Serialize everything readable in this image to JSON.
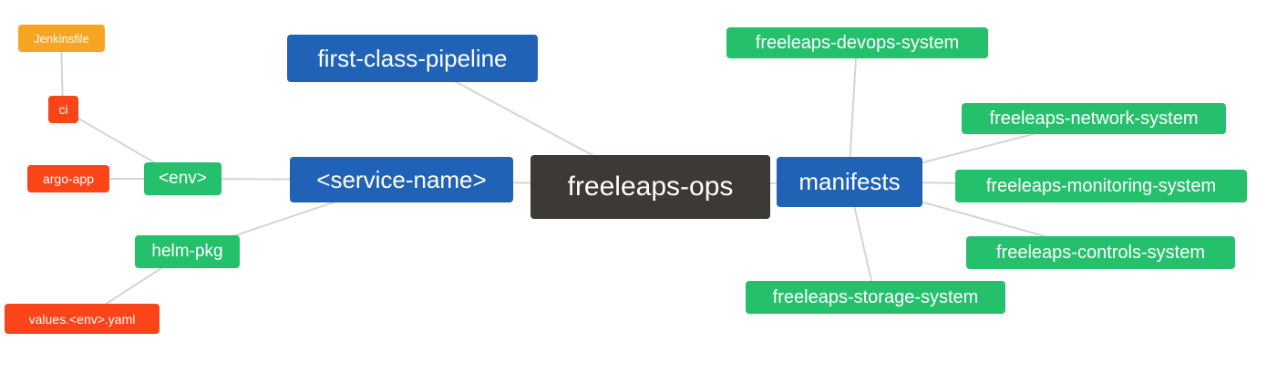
{
  "diagram": {
    "type": "mindmap-graph",
    "root_label": "freeleaps-ops",
    "colors": {
      "blue_node": "#2063b6",
      "dark_node": "#3d3935",
      "green_node": "#25c06c",
      "red_node": "#fb4418",
      "amber_node": "#f6a522",
      "edge": "#d4d4d4",
      "background": "#ffffff"
    },
    "nodes": {
      "jenkinsfile": {
        "label": "Jenkinsfile"
      },
      "ci": {
        "label": "ci"
      },
      "argo_app": {
        "label": "argo-app"
      },
      "env": {
        "label": "<env>"
      },
      "first_class_pipeline": {
        "label": "first-class-pipeline"
      },
      "service_name": {
        "label": "<service-name>"
      },
      "freeleaps_ops": {
        "label": "freeleaps-ops"
      },
      "manifests": {
        "label": "manifests"
      },
      "helm_pkg": {
        "label": "helm-pkg"
      },
      "values_env_yaml": {
        "label": "values.<env>.yaml"
      },
      "devops_system": {
        "label": "freeleaps-devops-system"
      },
      "network_system": {
        "label": "freeleaps-network-system"
      },
      "monitoring_system": {
        "label": "freeleaps-monitoring-system"
      },
      "controls_system": {
        "label": "freeleaps-controls-system"
      },
      "storage_system": {
        "label": "freeleaps-storage-system"
      }
    },
    "edges": [
      [
        "jenkinsfile",
        "ci"
      ],
      [
        "ci",
        "env"
      ],
      [
        "argo_app",
        "env"
      ],
      [
        "env",
        "service_name"
      ],
      [
        "service_name",
        "freeleaps_ops"
      ],
      [
        "first_class_pipeline",
        "freeleaps_ops"
      ],
      [
        "service_name",
        "helm_pkg"
      ],
      [
        "helm_pkg",
        "values_env_yaml"
      ],
      [
        "freeleaps_ops",
        "manifests"
      ],
      [
        "manifests",
        "devops_system"
      ],
      [
        "manifests",
        "network_system"
      ],
      [
        "manifests",
        "monitoring_system"
      ],
      [
        "manifests",
        "controls_system"
      ],
      [
        "manifests",
        "storage_system"
      ]
    ]
  }
}
